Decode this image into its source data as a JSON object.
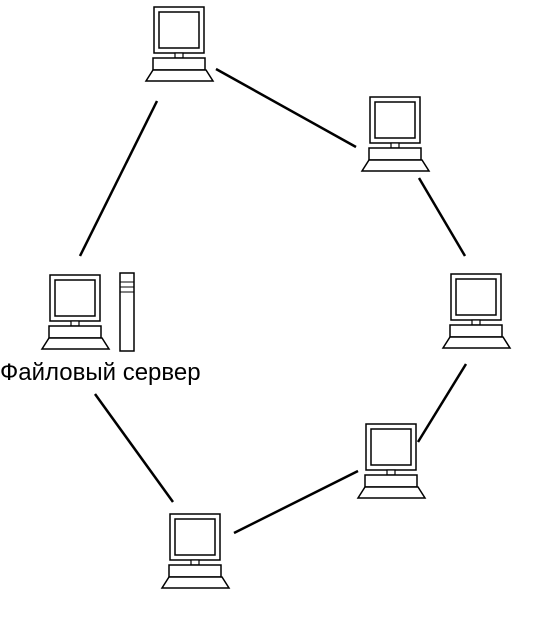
{
  "diagram": {
    "server_label": "Файловый сервер",
    "nodes": [
      {
        "id": "pc-top",
        "icon": "computer-icon"
      },
      {
        "id": "pc-upper-right",
        "icon": "computer-icon"
      },
      {
        "id": "pc-right",
        "icon": "computer-icon"
      },
      {
        "id": "pc-lower-right",
        "icon": "computer-icon"
      },
      {
        "id": "pc-bottom",
        "icon": "computer-icon"
      },
      {
        "id": "file-server",
        "icon": "file-server-icon"
      }
    ],
    "links": [
      [
        "pc-top",
        "pc-upper-right"
      ],
      [
        "pc-upper-right",
        "pc-right"
      ],
      [
        "pc-right",
        "pc-lower-right"
      ],
      [
        "pc-lower-right",
        "pc-bottom"
      ],
      [
        "pc-bottom",
        "file-server"
      ],
      [
        "file-server",
        "pc-top"
      ]
    ],
    "colors": {
      "stroke": "#000000",
      "fill": "#ffffff"
    }
  }
}
